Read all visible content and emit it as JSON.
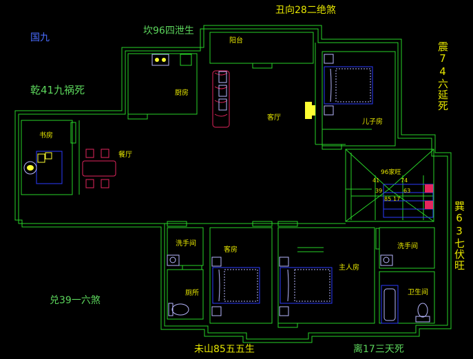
{
  "colors": {
    "background": "#000000",
    "wall": "#29d429",
    "furniture": "#2b3cff",
    "bed_quilt": "#b8b8ff",
    "sofa": "#e5265e",
    "table": "#e5265e",
    "label_green": "#5cd65c",
    "label_yellow": "#e6e600",
    "label_blue": "#4a6cff",
    "accent_yellow": "#ffff33"
  },
  "direction_labels": {
    "top": "丑向28二绝煞",
    "top_left": "坎96四泄生",
    "left_upper": "乾41九祸死",
    "bottom_left": "兑39一六煞",
    "bottom_center": "未山85五五生",
    "bottom_right": "离17三天死",
    "right_upper": "震74六延死",
    "right_lower": "巽63七伏旺",
    "corner_blue": "国九"
  },
  "rooms": {
    "balcony": "阳台",
    "kitchen": "厨房",
    "living_room": "客厅",
    "study": "书房",
    "dining_room": "餐厅",
    "son_room": "儿子房",
    "bath_left": "洗手间",
    "toilet": "厕所",
    "guest_room": "客房",
    "master_room": "主人房",
    "bath_right": "洗手间",
    "bathroom": "卫生间"
  },
  "center": {
    "label": "96家旺",
    "numbers": [
      "41",
      "74",
      "39",
      "63",
      "85",
      "17"
    ]
  }
}
